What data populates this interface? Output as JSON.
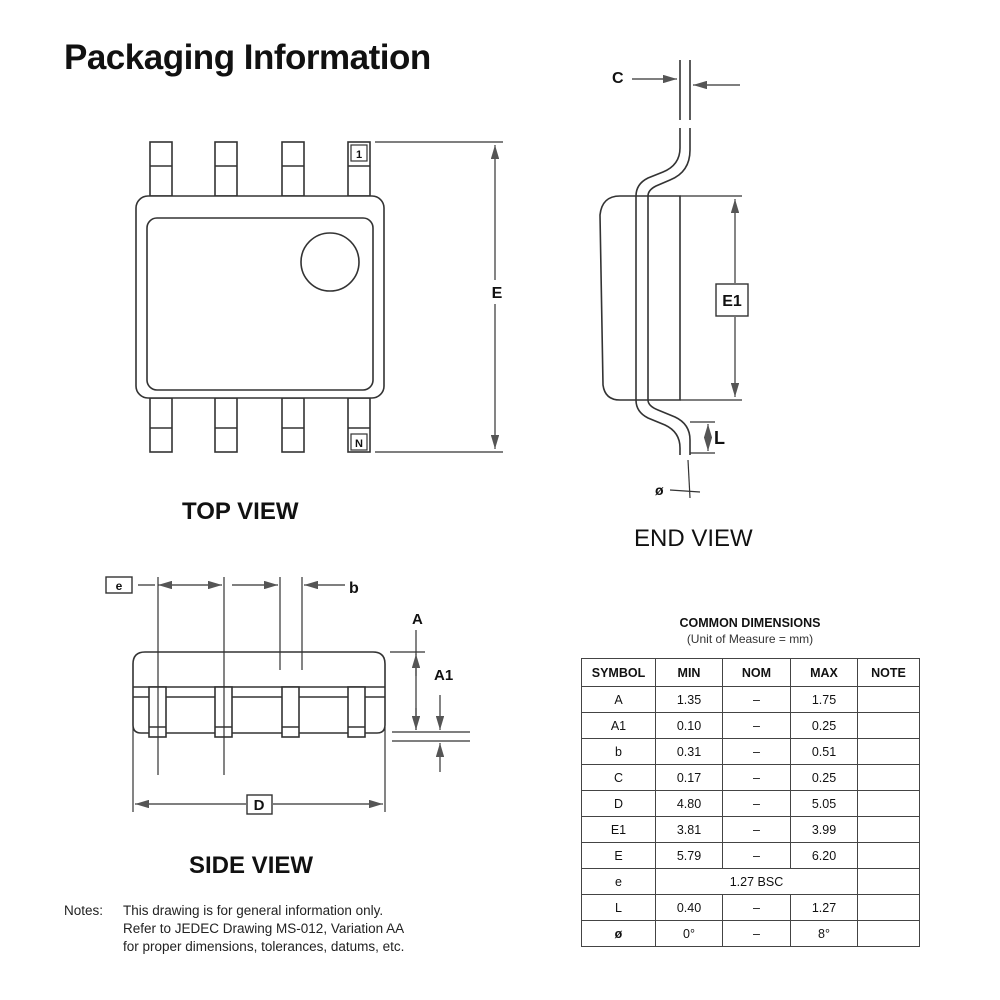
{
  "title": "Packaging Information",
  "views": {
    "top": "TOP VIEW",
    "end": "END VIEW",
    "side": "SIDE VIEW"
  },
  "labels": {
    "pin1": "1",
    "pinN": "N",
    "E": "E",
    "E1": "E1",
    "C": "C",
    "L": "L",
    "phi": "ø",
    "e": "e",
    "b": "b",
    "A": "A",
    "A1": "A1",
    "D": "D"
  },
  "dimensions": {
    "title": "COMMON DIMENSIONS",
    "unit": "(Unit of Measure = mm)",
    "headers": [
      "SYMBOL",
      "MIN",
      "NOM",
      "MAX",
      "NOTE"
    ],
    "rows": [
      {
        "symbol": "A",
        "min": "1.35",
        "nom": "–",
        "max": "1.75",
        "note": ""
      },
      {
        "symbol": "A1",
        "min": "0.10",
        "nom": "–",
        "max": "0.25",
        "note": ""
      },
      {
        "symbol": "b",
        "min": "0.31",
        "nom": "–",
        "max": "0.51",
        "note": ""
      },
      {
        "symbol": "C",
        "min": "0.17",
        "nom": "–",
        "max": "0.25",
        "note": ""
      },
      {
        "symbol": "D",
        "min": "4.80",
        "nom": "–",
        "max": "5.05",
        "note": ""
      },
      {
        "symbol": "E1",
        "min": "3.81",
        "nom": "–",
        "max": "3.99",
        "note": ""
      },
      {
        "symbol": "E",
        "min": "5.79",
        "nom": "–",
        "max": "6.20",
        "note": ""
      },
      {
        "symbol": "e",
        "span": "1.27 BSC",
        "note": ""
      },
      {
        "symbol": "L",
        "min": "0.40",
        "nom": "–",
        "max": "1.27",
        "note": ""
      },
      {
        "symbol": "ø",
        "min": "0°",
        "nom": "–",
        "max": "8°",
        "note": ""
      }
    ]
  },
  "notes": {
    "label": "Notes:",
    "lines": [
      "This drawing is for general information only.",
      "Refer to JEDEC Drawing MS-012, Variation AA",
      "for proper dimensions, tolerances, datums, etc."
    ]
  }
}
